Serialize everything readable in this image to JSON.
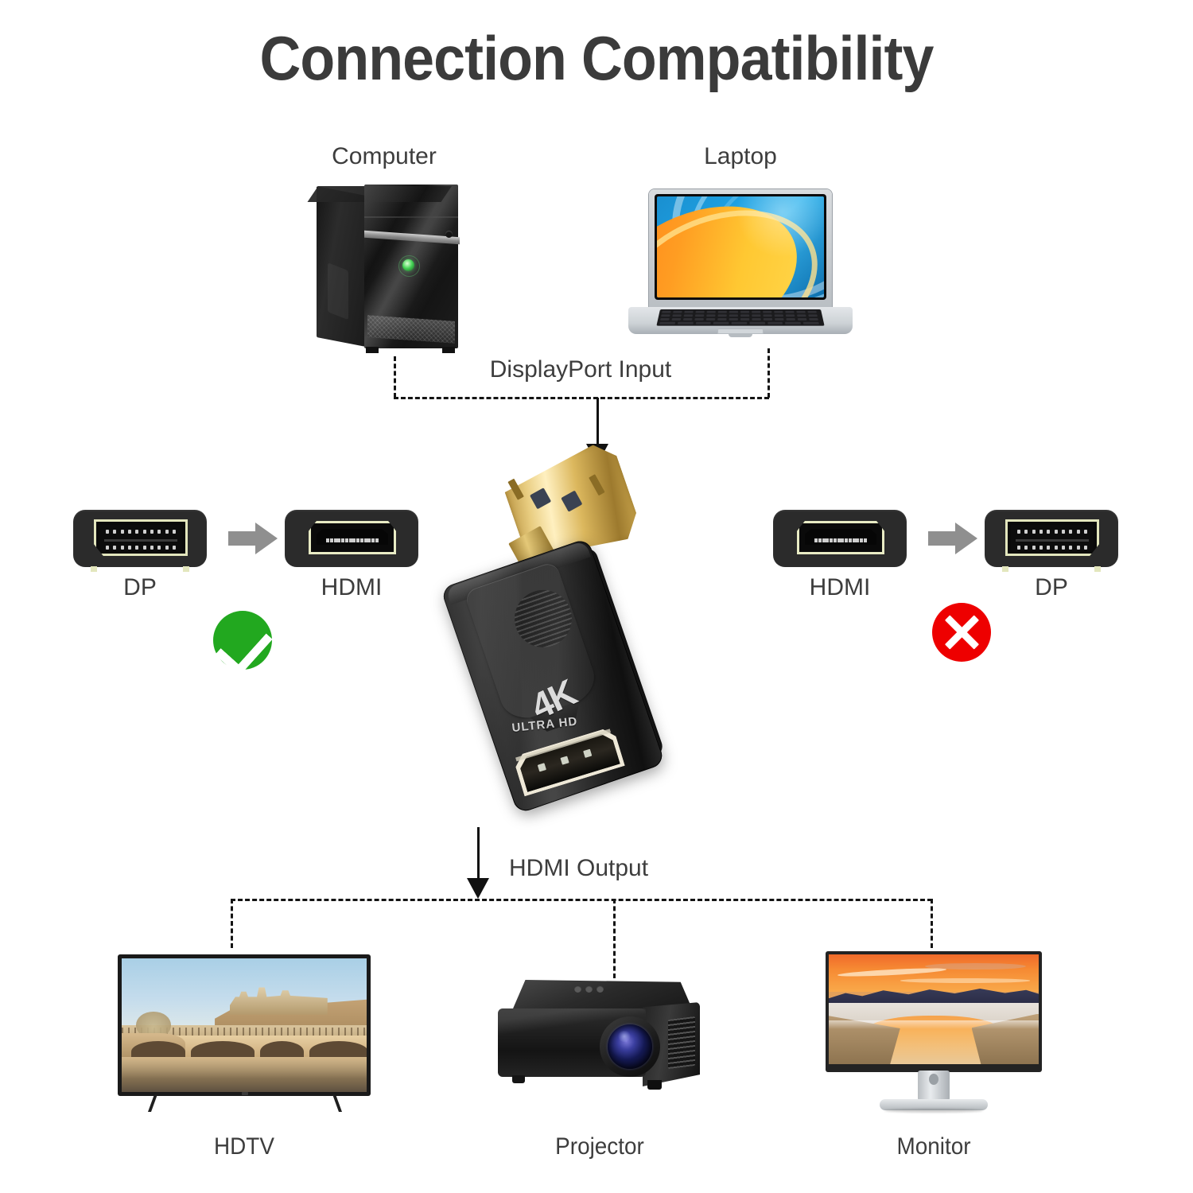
{
  "title": "Connection Compatibility",
  "sources": {
    "computer_label": "Computer",
    "laptop_label": "Laptop",
    "input_label": "DisplayPort  Input"
  },
  "compat": {
    "supported": {
      "from": "DP",
      "to": "HDMI",
      "verdict_icon": "check-circle-icon",
      "verdict_color": "#22a81f"
    },
    "unsupported": {
      "from": "HDMI",
      "to": "DP",
      "verdict_icon": "cross-circle-icon",
      "verdict_color": "#ee0000"
    }
  },
  "adapter": {
    "brand_main": "4K",
    "brand_sub": "ULTRA HD",
    "input_port": "DisplayPort male",
    "output_port": "HDMI female"
  },
  "output": {
    "output_label": "HDMI  Output",
    "devices": [
      {
        "label": "HDTV"
      },
      {
        "label": "Projector"
      },
      {
        "label": "Monitor"
      }
    ]
  },
  "colors": {
    "title": "#3b3b3b",
    "caption": "#3d3d3d",
    "line": "#141414",
    "arrow_gray": "#8f8f8f",
    "gold": "#dcb85e",
    "background": "#ffffff"
  }
}
